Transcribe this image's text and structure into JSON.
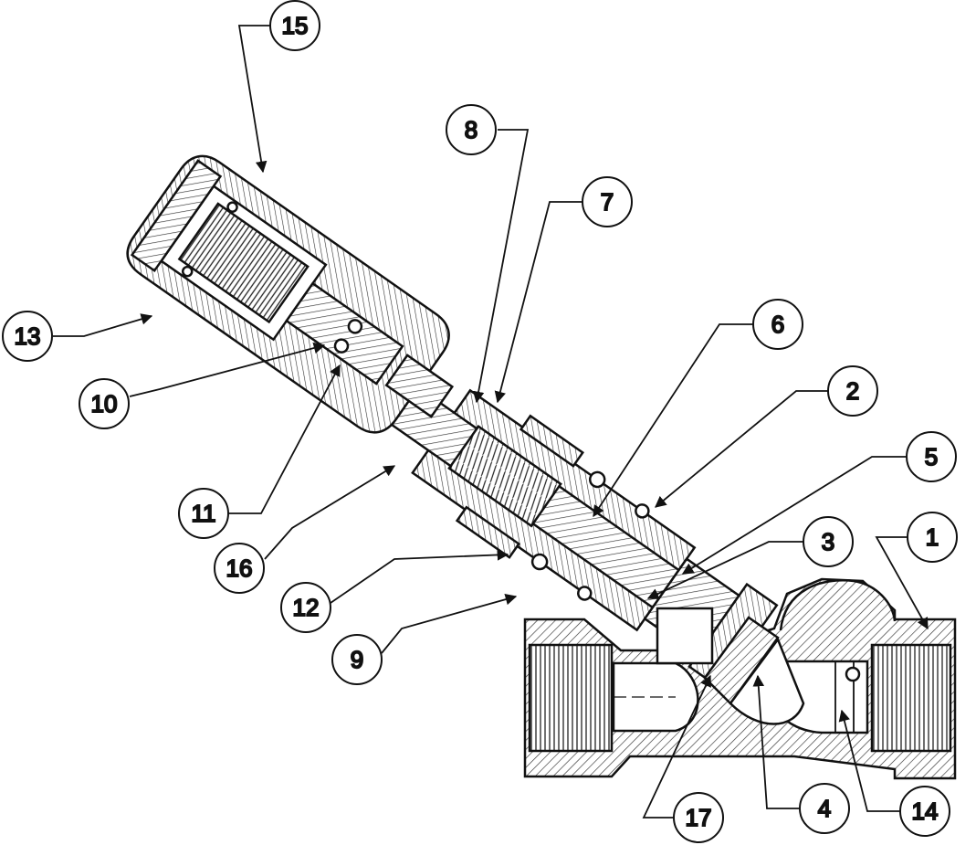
{
  "diagram": {
    "colors": {
      "ink": "#111111",
      "paper": "#ffffff",
      "hatch": "#333333"
    },
    "callouts": [
      {
        "id": "c15",
        "label": "15"
      },
      {
        "id": "c8",
        "label": "8"
      },
      {
        "id": "c7",
        "label": "7"
      },
      {
        "id": "c6",
        "label": "6"
      },
      {
        "id": "c2",
        "label": "2"
      },
      {
        "id": "c5",
        "label": "5"
      },
      {
        "id": "c3",
        "label": "3"
      },
      {
        "id": "c1",
        "label": "1"
      },
      {
        "id": "c13",
        "label": "13"
      },
      {
        "id": "c10",
        "label": "10"
      },
      {
        "id": "c11",
        "label": "11"
      },
      {
        "id": "c16",
        "label": "16"
      },
      {
        "id": "c12",
        "label": "12"
      },
      {
        "id": "c9",
        "label": "9"
      },
      {
        "id": "c17",
        "label": "17"
      },
      {
        "id": "c4",
        "label": "4"
      },
      {
        "id": "c14",
        "label": "14"
      }
    ]
  }
}
